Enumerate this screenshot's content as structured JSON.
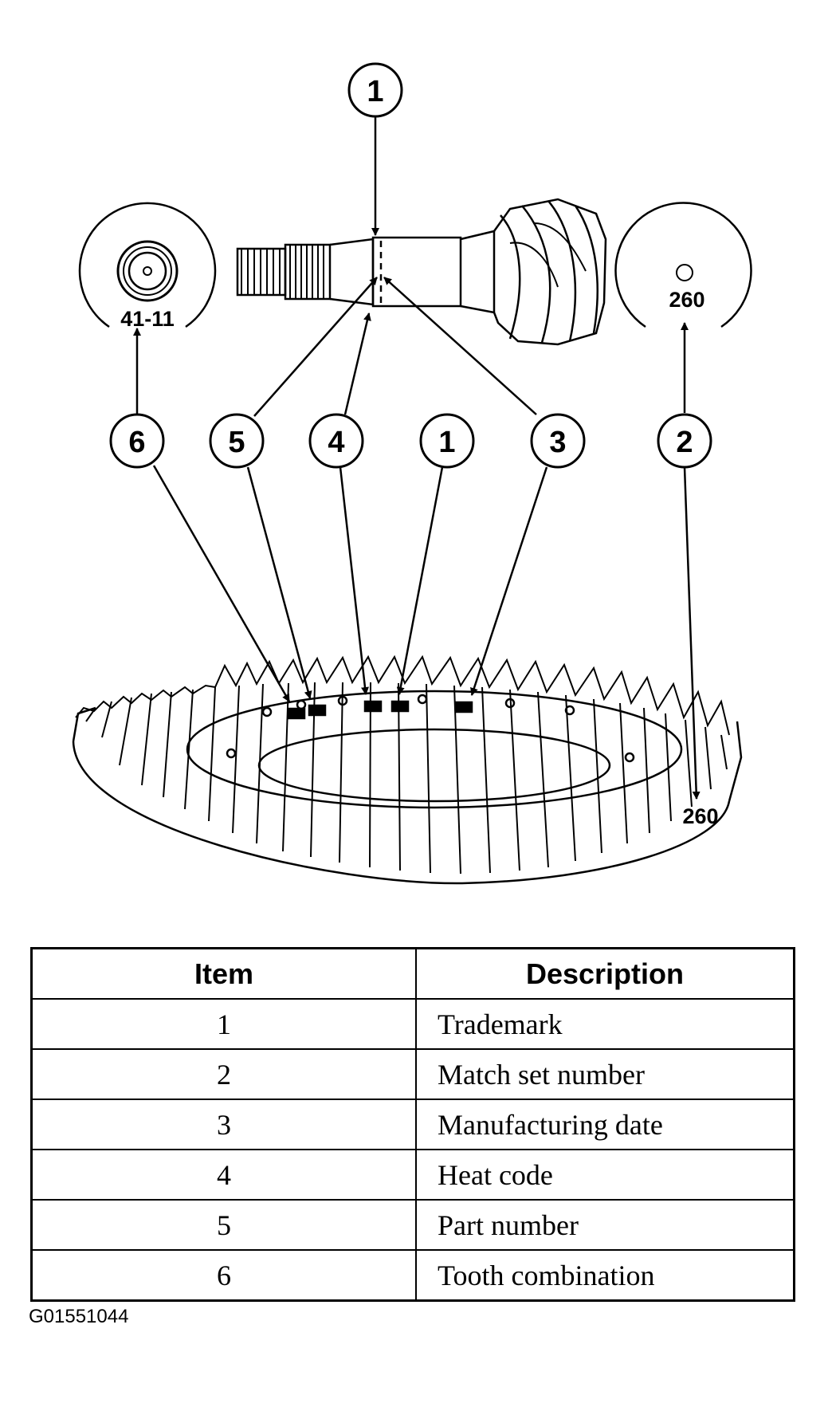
{
  "diagram": {
    "callouts": [
      "1",
      "6",
      "5",
      "4",
      "1",
      "3",
      "2"
    ],
    "end_view_left_stamp": "41-11",
    "end_view_right_stamp": "260",
    "ring_gear_stamp": "260"
  },
  "table": {
    "headers": {
      "item": "Item",
      "description": "Description"
    },
    "rows": [
      {
        "item": "1",
        "description": "Trademark"
      },
      {
        "item": "2",
        "description": "Match set number"
      },
      {
        "item": "3",
        "description": "Manufacturing date"
      },
      {
        "item": "4",
        "description": "Heat code"
      },
      {
        "item": "5",
        "description": "Part number"
      },
      {
        "item": "6",
        "description": "Tooth combination"
      }
    ]
  },
  "figure_id": "G01551044"
}
